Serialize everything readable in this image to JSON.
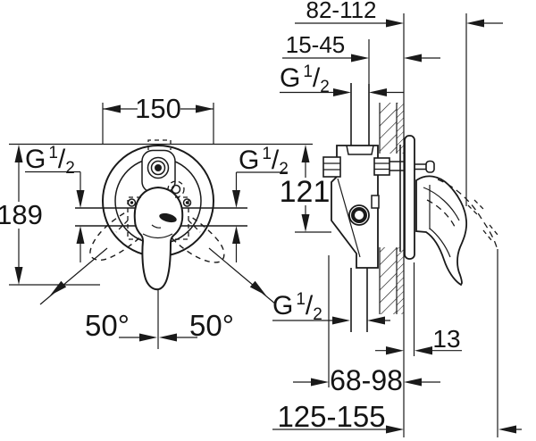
{
  "colors": {
    "ink": "#1a1a1a",
    "paper": "#ffffff"
  },
  "thread_label": {
    "prefix": "G",
    "sup": "1",
    "slash": "/",
    "sub": "2"
  },
  "front_view": {
    "dim_width": "150",
    "dim_height": "189",
    "angle_left": "50°",
    "angle_right": "50°"
  },
  "side_view": {
    "dim_wall_to_handle": "82-112",
    "dim_finish_depth": "15-45",
    "dim_outlet_spacing": "121",
    "dim_escutcheon_offset": "13",
    "dim_body_depth": "68-98",
    "dim_overall_depth": "125-155"
  }
}
